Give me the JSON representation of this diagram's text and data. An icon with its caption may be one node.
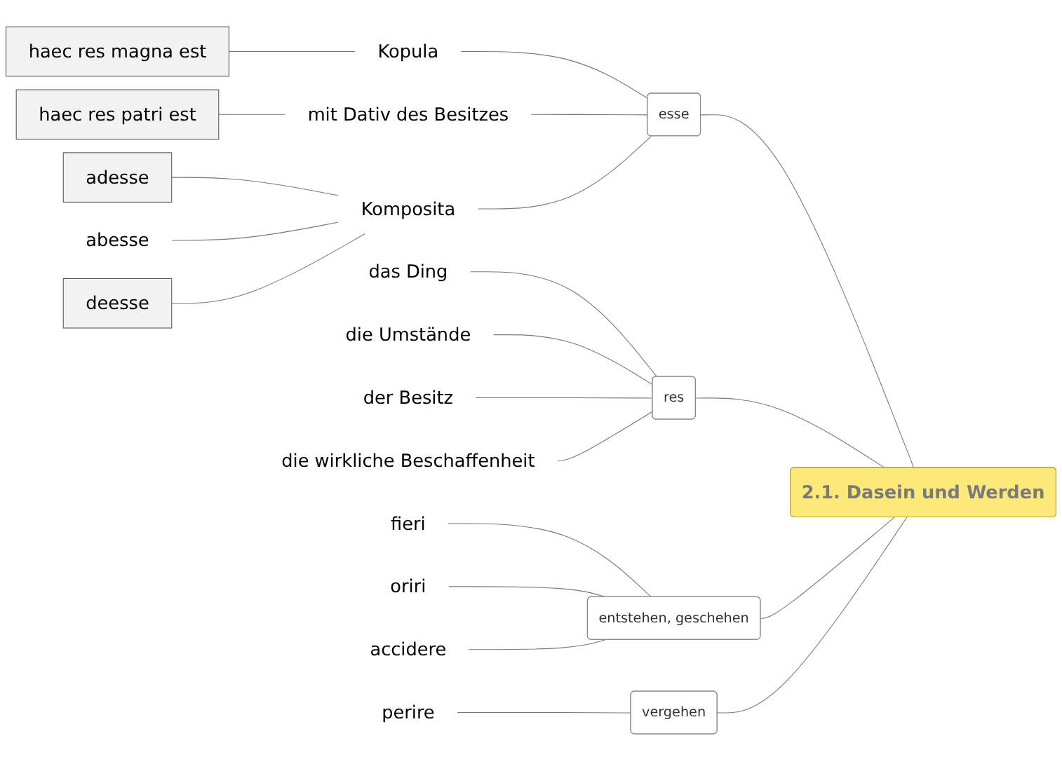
{
  "diagram": {
    "nodes": [
      {
        "text": [
          "2.1. Dasein und Werden"
        ]
      },
      {
        "text": [
          "esse"
        ]
      },
      {
        "text": [
          "Kopula"
        ]
      },
      {
        "text": [
          "haec res magna est"
        ]
      },
      {
        "text": [
          "mit Dativ des Besitzes"
        ]
      },
      {
        "text": [
          "haec res patri est"
        ]
      },
      {
        "text": [
          "Komposita"
        ]
      },
      {
        "text": [
          "adesse"
        ]
      },
      {
        "text": [
          "abesse"
        ]
      },
      {
        "text": [
          "deesse"
        ]
      },
      {
        "text": [
          "res"
        ]
      },
      {
        "text": [
          "das Ding"
        ]
      },
      {
        "text": [
          "die Umstände"
        ]
      },
      {
        "text": [
          "der Besitz"
        ]
      },
      {
        "text": [
          "die wirkliche Beschaffenheit"
        ]
      },
      {
        "text": [
          "entstehen, geschehen"
        ]
      },
      {
        "text": [
          "fieri"
        ]
      },
      {
        "text": [
          "oriri"
        ]
      },
      {
        "text": [
          "accidere"
        ]
      },
      {
        "text": [
          "vergehen"
        ]
      },
      {
        "text": [
          "perire"
        ]
      }
    ],
    "edges": [
      {
        "from": 0,
        "to": 1,
        "arrow": "none"
      },
      {
        "from": 1,
        "to": 2,
        "arrow": "none"
      },
      {
        "from": 2,
        "to": 3,
        "arrow": "none"
      },
      {
        "from": 1,
        "to": 4,
        "arrow": "none"
      },
      {
        "from": 4,
        "to": 5,
        "arrow": "none"
      },
      {
        "from": 1,
        "to": 6,
        "arrow": "none"
      },
      {
        "from": 6,
        "to": 7,
        "arrow": "none"
      },
      {
        "from": 6,
        "to": 8,
        "arrow": "none"
      },
      {
        "from": 6,
        "to": 9,
        "arrow": "none"
      },
      {
        "from": 0,
        "to": 10,
        "arrow": "none"
      },
      {
        "from": 10,
        "to": 11,
        "arrow": "none"
      },
      {
        "from": 10,
        "to": 12,
        "arrow": "none"
      },
      {
        "from": 10,
        "to": 13,
        "arrow": "none"
      },
      {
        "from": 10,
        "to": 14,
        "arrow": "none"
      },
      {
        "from": 0,
        "to": 15,
        "arrow": "none"
      },
      {
        "from": 15,
        "to": 16,
        "arrow": "none"
      },
      {
        "from": 15,
        "to": 17,
        "arrow": "none"
      },
      {
        "from": 15,
        "to": 18,
        "arrow": "none"
      },
      {
        "from": 0,
        "to": 19,
        "arrow": "none"
      },
      {
        "from": 19,
        "to": 20,
        "arrow": "none"
      }
    ]
  }
}
